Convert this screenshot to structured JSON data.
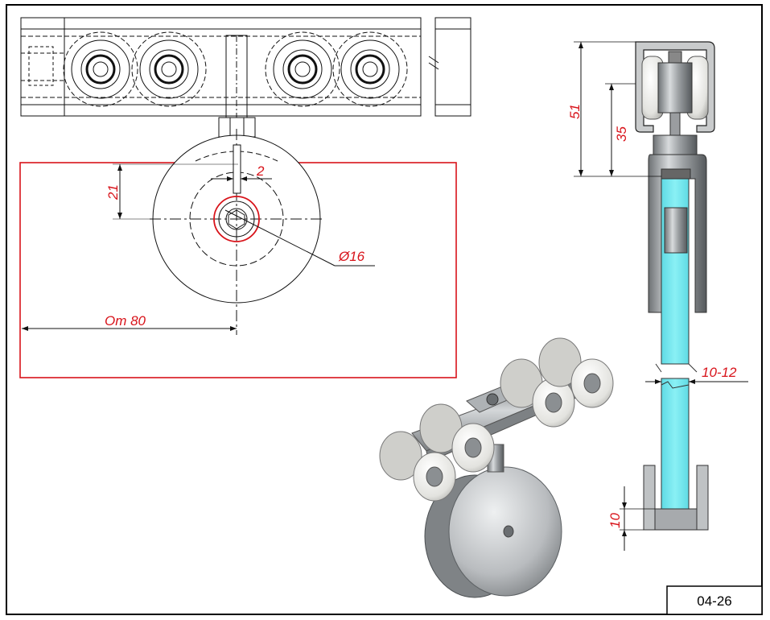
{
  "drawing": {
    "code": "04-26",
    "dimensions": {
      "gap": "2",
      "offset": "21",
      "diameter": "Ø16",
      "wheel_radius": "Om 80",
      "total_height": "51",
      "rail_height": "35",
      "glass_thickness": "10-12",
      "guide_height": "10"
    }
  },
  "colors": {
    "dimension": "#d8131a",
    "glass": "#6fe6ee",
    "metal": "#a9adb0",
    "roller": "#e6e6e3"
  }
}
